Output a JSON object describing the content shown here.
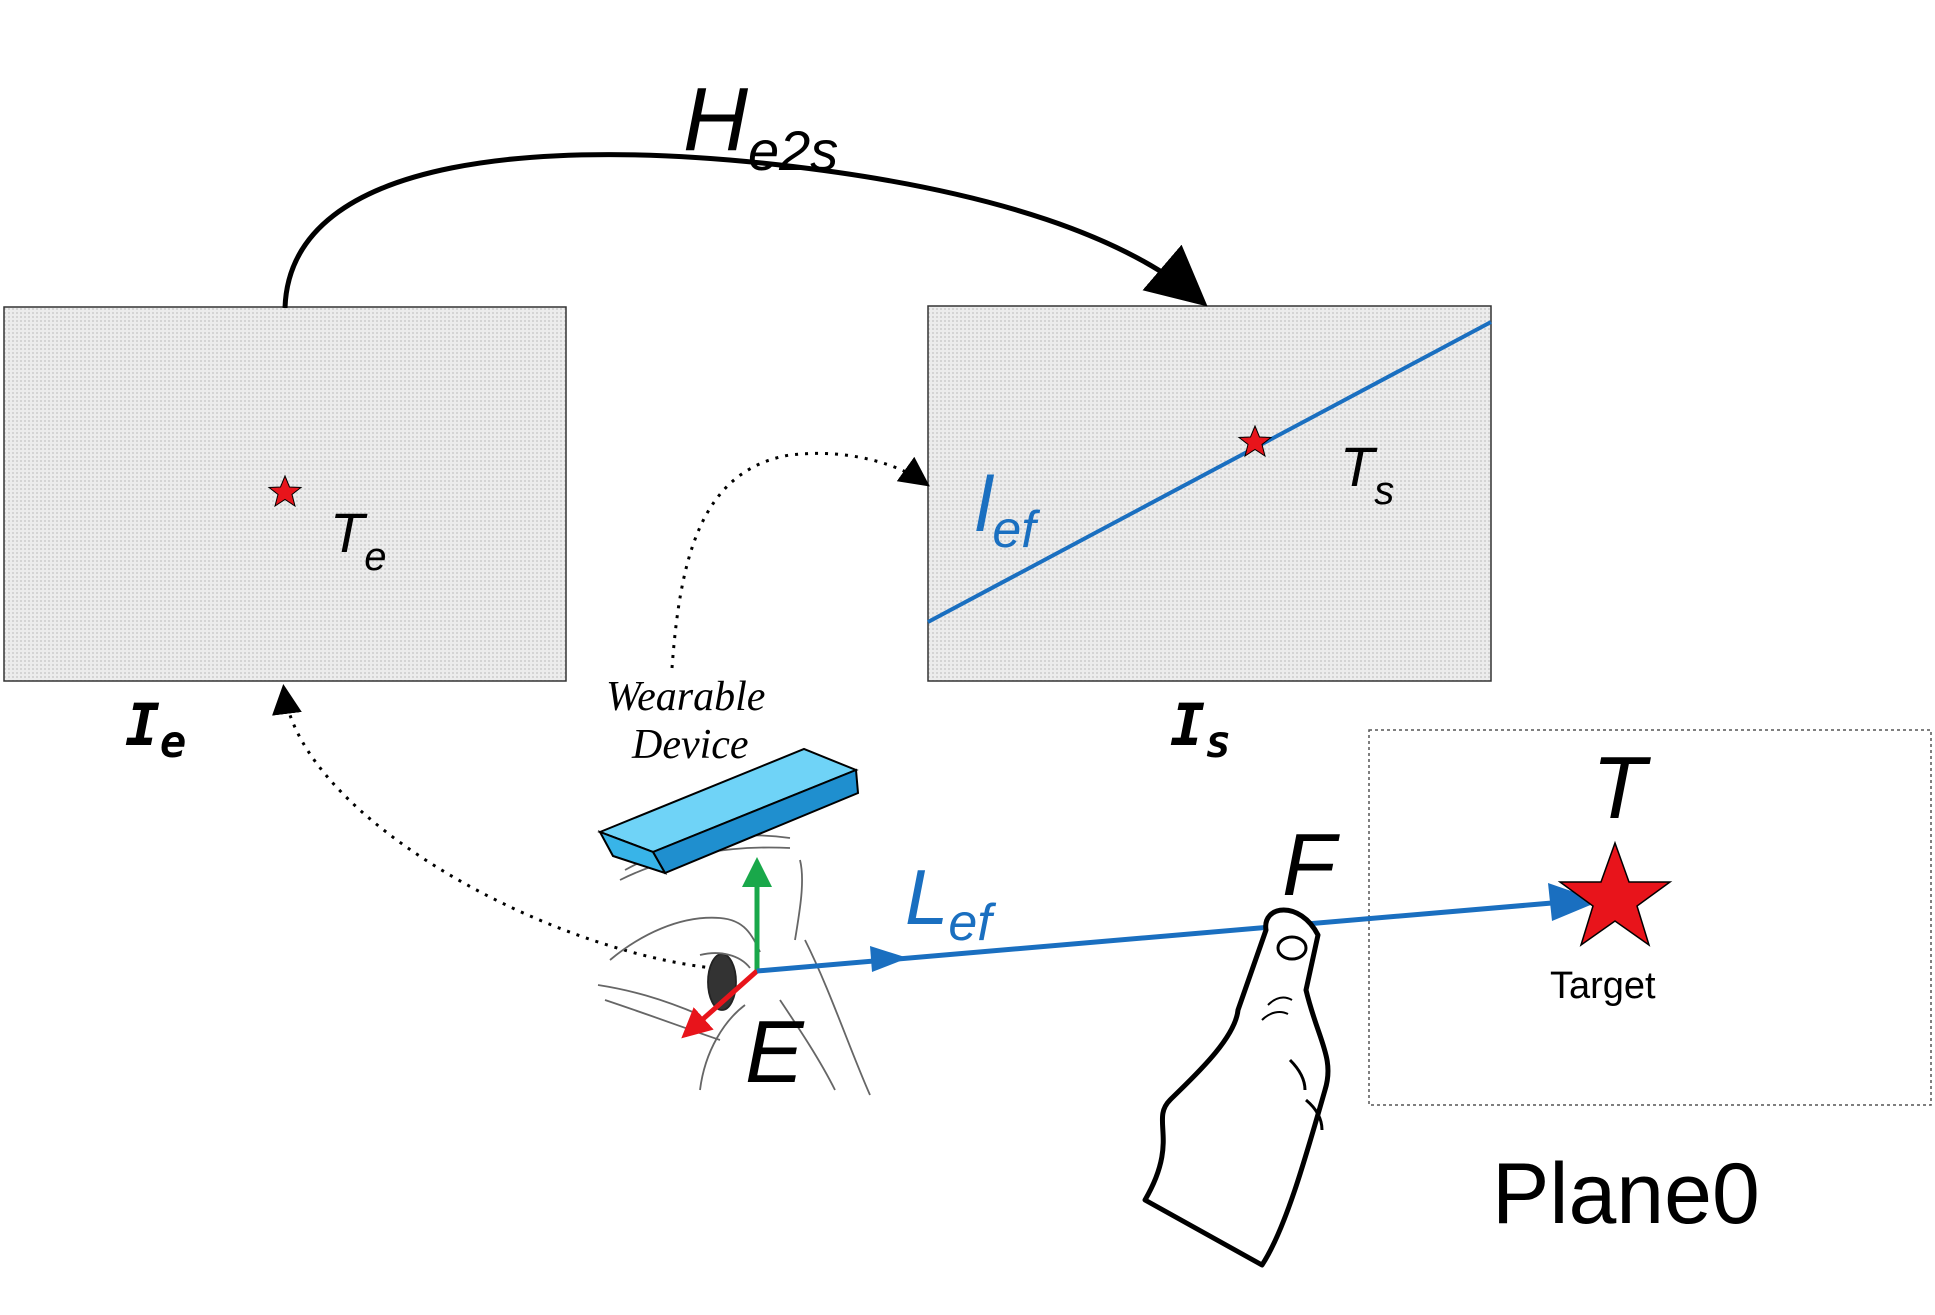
{
  "labels": {
    "homography_main": "H",
    "homography_sub": "e2s",
    "image_e_main": "I",
    "image_e_sub": "e",
    "image_s_main": "I",
    "image_s_sub": "s",
    "target_e_main": "T",
    "target_e_sub": "e",
    "target_s_main": "T",
    "target_s_sub": "s",
    "line_image_main": "l",
    "line_image_sub": "ef",
    "line_world_main": "L",
    "line_world_sub": "ef",
    "wearable_line1": "Wearable",
    "wearable_line2": "Device",
    "eye_point": "E",
    "finger_point": "F",
    "target_point": "T",
    "target_caption": "Target",
    "plane_caption": "Plane0"
  },
  "colors": {
    "line_blue": "#1a6fc0",
    "star_red": "#e8141b",
    "panel_fill": "#e9e9e9",
    "device_top": "#6fd3f7",
    "device_side": "#2f9fd8",
    "axis_green": "#19a84a",
    "axis_red": "#e8141b"
  },
  "icons": {
    "eye": "eye-sketch-icon",
    "hand": "pointing-hand-icon",
    "device": "wearable-device-icon",
    "star": "star-icon"
  }
}
